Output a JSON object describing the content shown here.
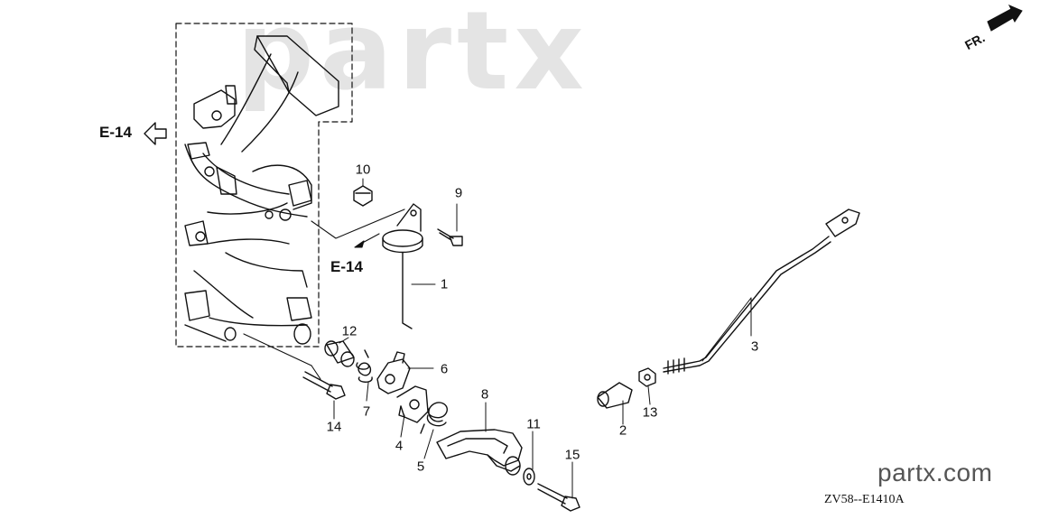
{
  "watermark": "partx",
  "direction_label": "FR.",
  "reference_labels": [
    "E-14",
    "E-14"
  ],
  "callouts": [
    {
      "id": "callout-1",
      "text": "1"
    },
    {
      "id": "callout-2",
      "text": "2"
    },
    {
      "id": "callout-3",
      "text": "3"
    },
    {
      "id": "callout-4",
      "text": "4"
    },
    {
      "id": "callout-5",
      "text": "5"
    },
    {
      "id": "callout-6",
      "text": "6"
    },
    {
      "id": "callout-7",
      "text": "7"
    },
    {
      "id": "callout-8",
      "text": "8"
    },
    {
      "id": "callout-9",
      "text": "9"
    },
    {
      "id": "callout-10",
      "text": "10"
    },
    {
      "id": "callout-11",
      "text": "11"
    },
    {
      "id": "callout-12",
      "text": "12"
    },
    {
      "id": "callout-13",
      "text": "13"
    },
    {
      "id": "callout-14",
      "text": "14"
    },
    {
      "id": "callout-15",
      "text": "15"
    }
  ],
  "brand": "partx.com",
  "diagram_code": "ZV58--E1410A"
}
